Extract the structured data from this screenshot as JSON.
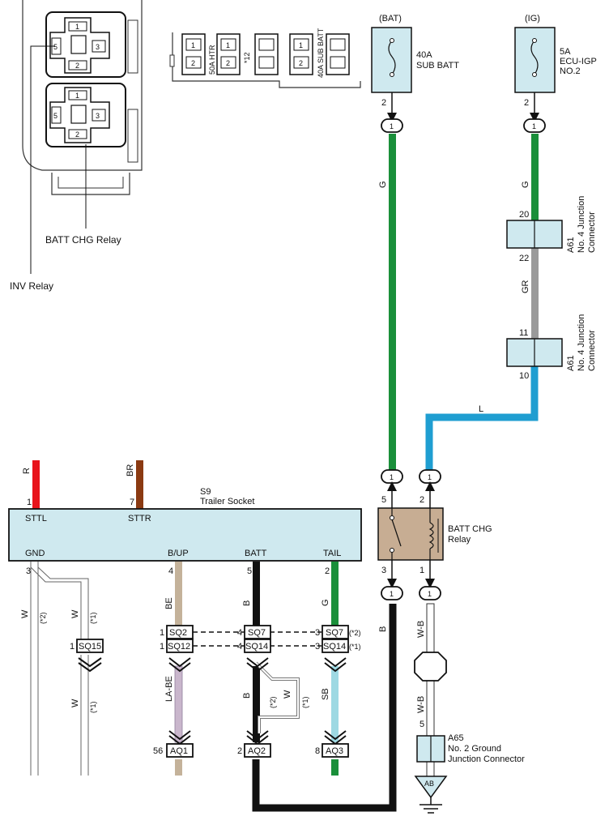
{
  "relay_block": {
    "inv_relay_label": "INV Relay",
    "batt_chg_relay_label": "BATT CHG Relay",
    "pins": {
      "p1": "1",
      "p2": "2",
      "p3": "3",
      "p5": "5"
    },
    "fuse_block_labels": {
      "htr": "50A HTR",
      "note12": "*12",
      "sub_batt": "40A SUB BATT",
      "one": "1",
      "two": "2"
    }
  },
  "fuse_bat": {
    "header": "(BAT)",
    "rating": "40A",
    "name": "SUB BATT",
    "pin": "2",
    "connector": "1"
  },
  "fuse_ig": {
    "header": "(IG)",
    "rating": "5A",
    "name_line1": "ECU-IGP",
    "name_line2": "NO.2",
    "pin": "2",
    "connector": "1"
  },
  "junction_top": {
    "id": "A61",
    "name_line1": "No. 4 Junction",
    "name_line2": "Connector",
    "pin_in": "20",
    "pin_out": "22"
  },
  "junction_bottom": {
    "id": "A61",
    "name_line1": "No. 4 Junction",
    "name_line2": "Connector",
    "pin_in": "11",
    "pin_out": "10"
  },
  "wire_colors": {
    "g": "G",
    "gr": "GR",
    "l": "L",
    "r": "R",
    "br": "BR",
    "w": "W",
    "be": "BE",
    "b": "B",
    "sb": "SB",
    "la_be": "LA-BE",
    "w_b": "W-B"
  },
  "trailer_socket": {
    "id": "S9",
    "name": "Trailer Socket",
    "pin1": "1",
    "pin7": "7",
    "sttl": "STTL",
    "sttr": "STTR",
    "gnd": "GND",
    "bup": "B/UP",
    "batt": "BATT",
    "tail": "TAIL",
    "pin3": "3",
    "pin4": "4",
    "pin5": "5",
    "pin2": "2"
  },
  "relay": {
    "name_line1": "BATT CHG",
    "name_line2": "Relay",
    "pin5": "5",
    "pin2": "2",
    "pin3": "3",
    "pin1": "1",
    "conn": "1"
  },
  "notes": {
    "n1": "(*1)",
    "n2": "(*2)",
    "n1b": "*1)",
    "n2b": "*2)"
  },
  "connectors": {
    "sq2": "SQ2",
    "sq12": "SQ12",
    "sq7": "SQ7",
    "sq14": "SQ14",
    "sq15": "SQ15",
    "aq1": "AQ1",
    "aq2": "AQ2",
    "aq3": "AQ3",
    "p1": "1",
    "p2": "2",
    "p3": "3",
    "p4": "4",
    "p8": "8",
    "p56": "56"
  },
  "ground": {
    "id": "A65",
    "name_line1": "No. 2 Ground",
    "name_line2": "Junction Connector",
    "pin": "5",
    "point": "AB"
  },
  "colors": {
    "green": "#1a8f3a",
    "gray": "#9a9a9a",
    "blue": "#1f9ed1",
    "red": "#e8131b",
    "brown": "#8b3a12",
    "beige": "#c4b29a",
    "black": "#111111",
    "sky": "#9ed9e3",
    "box_fill": "#cfe9ef",
    "relay_fill": "#c7ad93"
  }
}
